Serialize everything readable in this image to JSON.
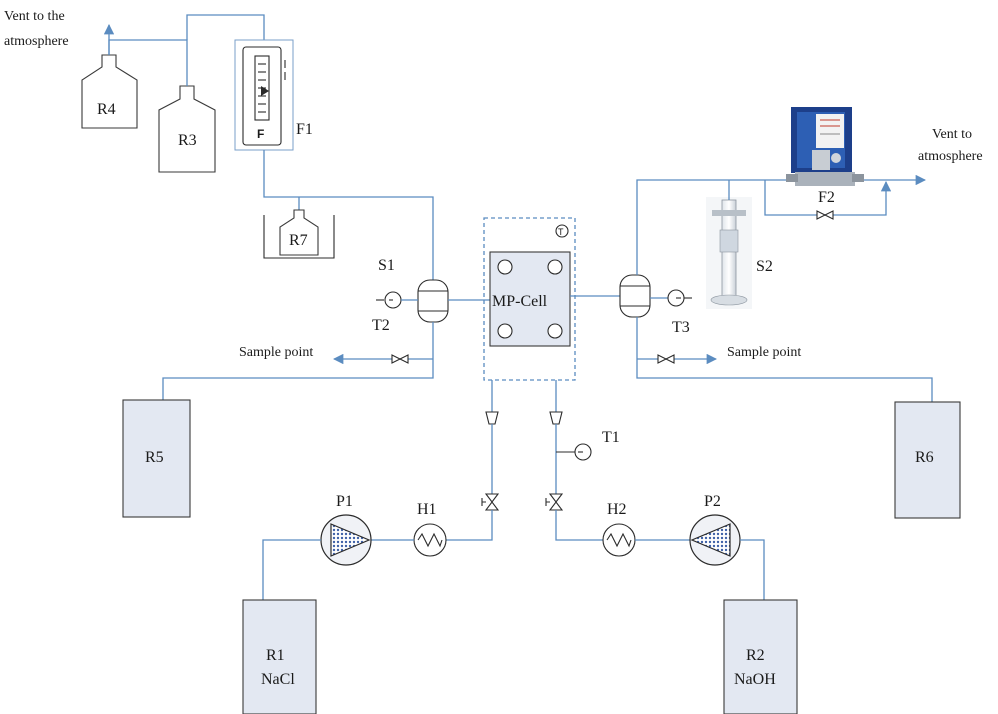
{
  "labels": {
    "vent_left_line1": "Vent to the",
    "vent_left_line2": "atmosphere",
    "vent_right_line1": "Vent to",
    "vent_right_line2": "atmosphere",
    "r4": "R4",
    "r3": "R3",
    "r7": "R7",
    "f1": "F1",
    "f1_letter": "F",
    "f2": "F2",
    "s1": "S1",
    "s2": "S2",
    "t1": "T1",
    "t2": "T2",
    "t3": "T3",
    "t_symbol": "T",
    "mp_cell": "MP-Cell",
    "sample_left": "Sample point",
    "sample_right": "Sample point",
    "r5": "R5",
    "r6": "R6",
    "p1": "P1",
    "p2": "P2",
    "h1": "H1",
    "h2": "H2",
    "r1_line1": "R1",
    "r1_line2": "NaCl",
    "r2_line1": "R2",
    "r2_line2": "NaOH"
  },
  "colors": {
    "pipe": "#5b8cc0",
    "tank_fill": "#e3e8f2",
    "cell_border": "#5b8cc0",
    "pump_fill": "#3f62a8"
  }
}
